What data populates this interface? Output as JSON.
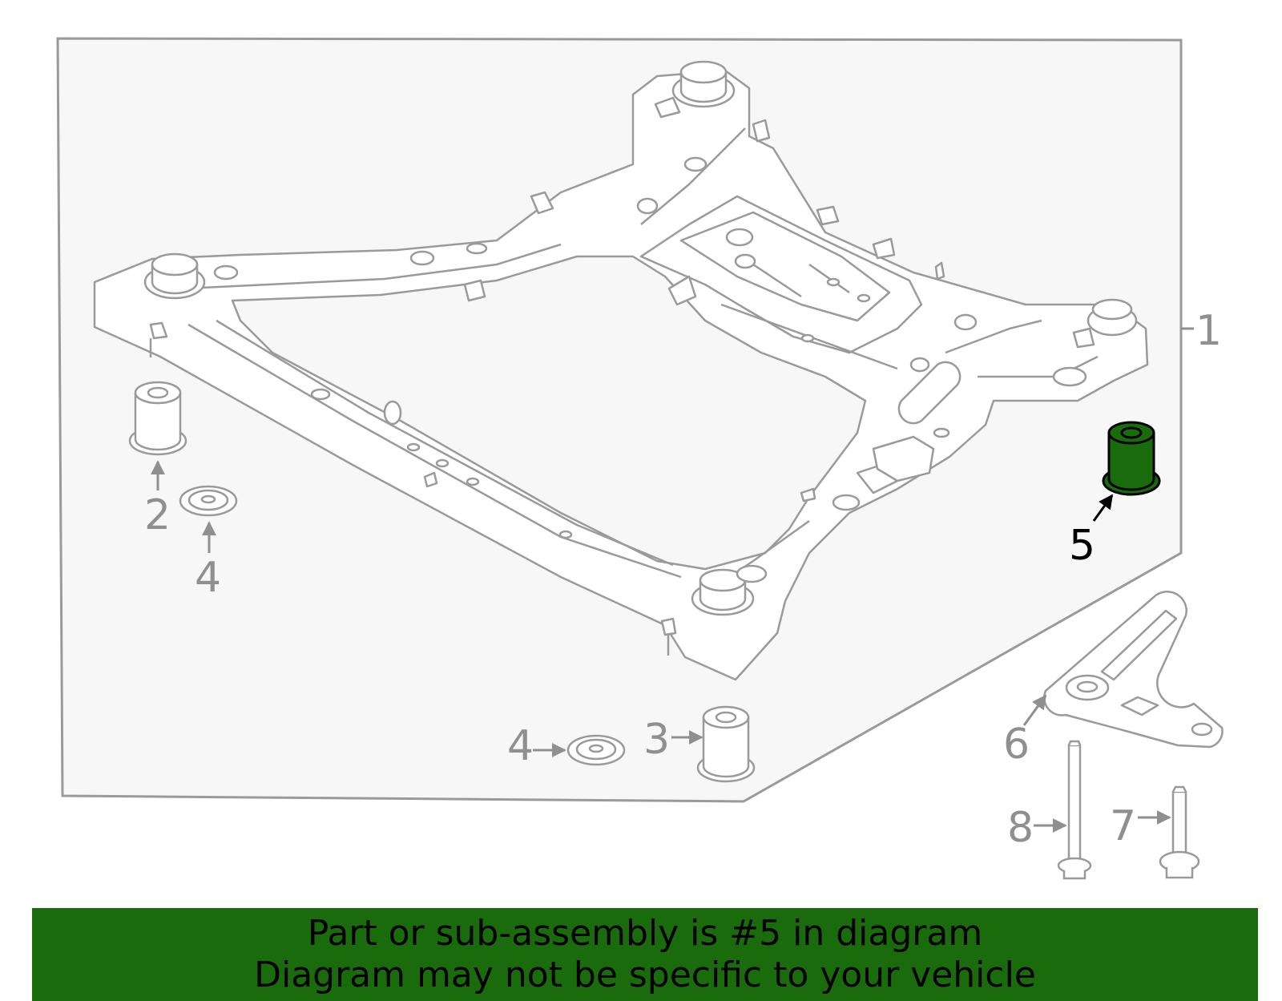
{
  "diagram": {
    "colors": {
      "line": "#9a9a9a",
      "panel": "#f7f7f7",
      "highlight": "#1a6b0c",
      "callout": "#8f8f8f",
      "callout_highlight": "#000000"
    },
    "callouts": {
      "c1": "1",
      "c2": "2",
      "c3": "3",
      "c4a": "4",
      "c4b": "4",
      "c5": "5",
      "c6": "6",
      "c7": "7",
      "c8": "8"
    },
    "highlighted_part": "5"
  },
  "banner": {
    "line1": "Part or sub-assembly is #5 in diagram",
    "line2": "Diagram may not be specific to your vehicle",
    "background": "#1a6b0c"
  }
}
